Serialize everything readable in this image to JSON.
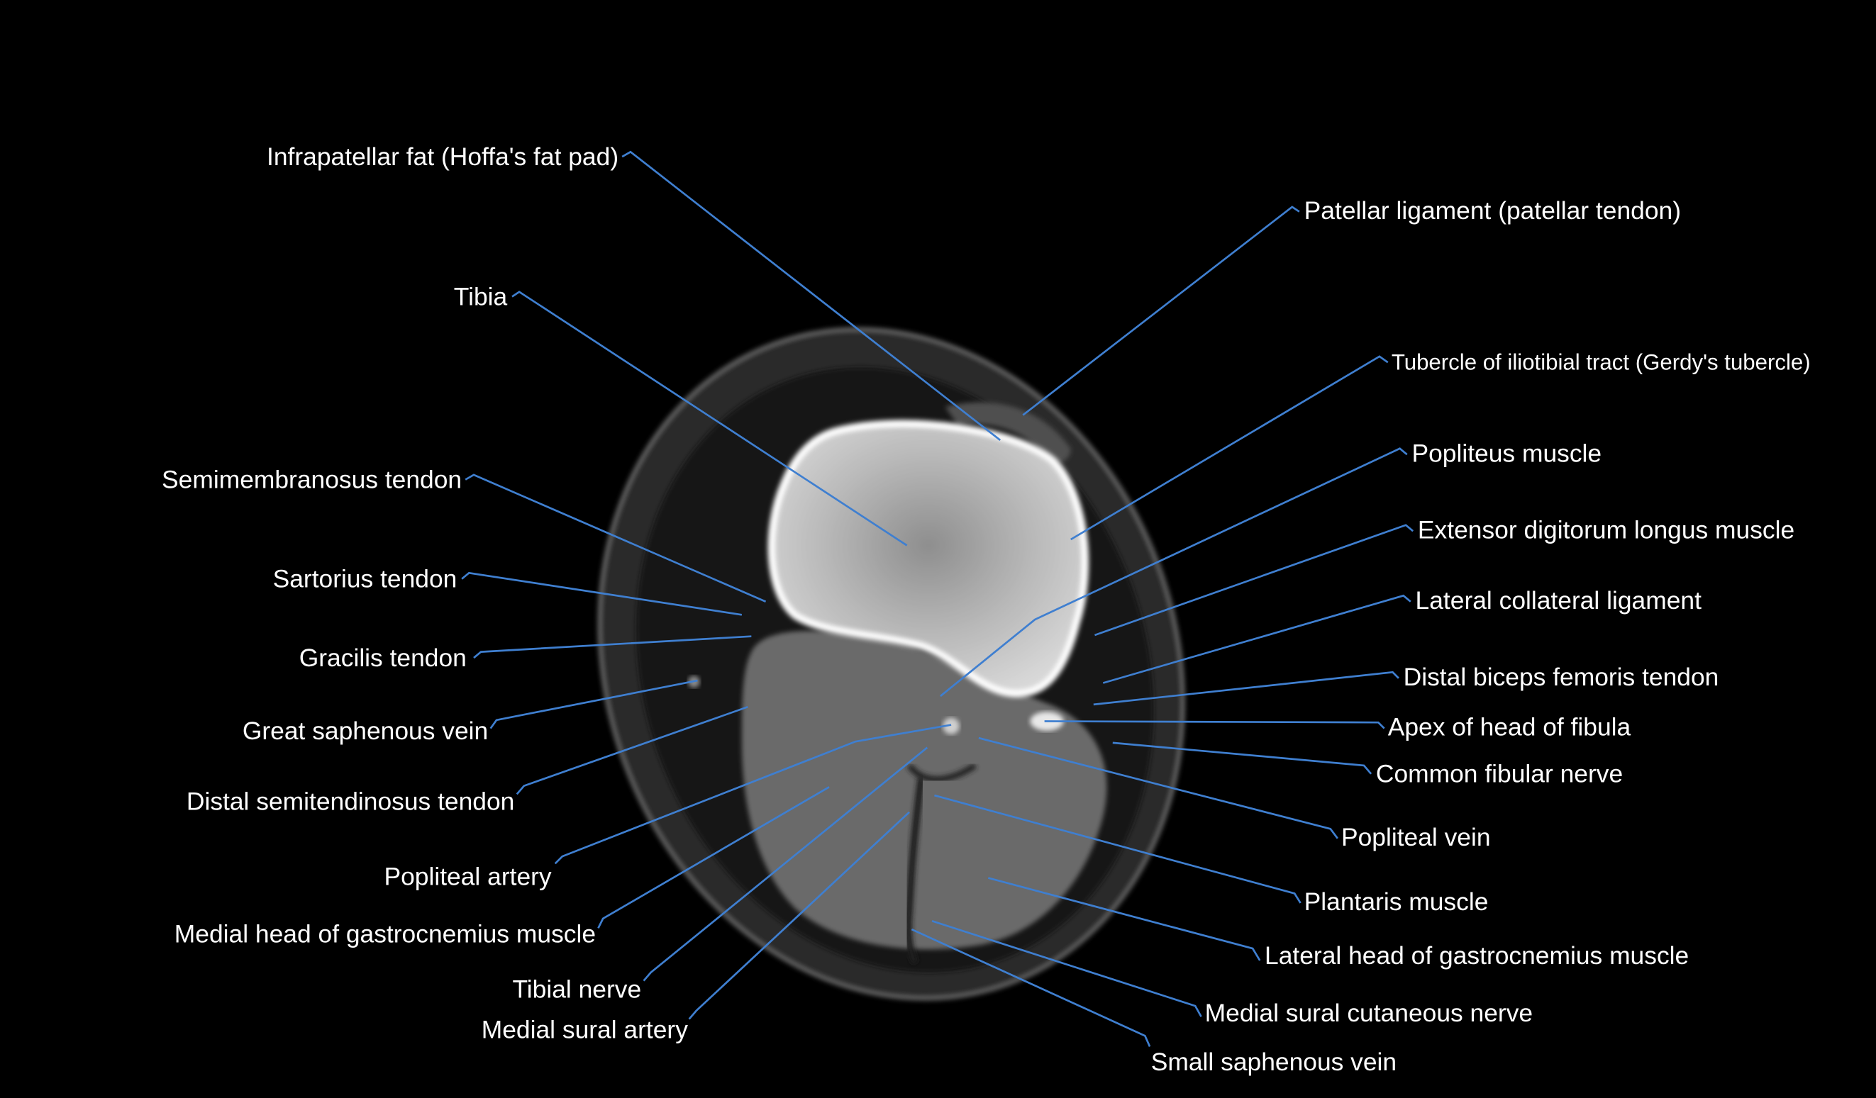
{
  "figure": {
    "type": "axial CT image of the knee with anatomical labels",
    "background_color": "#000000",
    "label_color": "#ffffff",
    "leader_color": "#3f7fd0"
  },
  "labels": {
    "infrapatellar_fat": "Infrapatellar fat (Hoffa's fat pad)",
    "tibia": "Tibia",
    "semimembranosus_tendon": "Semimembranosus tendon",
    "sartorius_tendon": "Sartorius tendon",
    "gracilis_tendon": "Gracilis tendon",
    "great_saphenous_vein": "Great saphenous vein",
    "distal_semitendinosus_tendon": "Distal semitendinosus tendon",
    "popliteal_artery": "Popliteal artery",
    "medial_head_gastrocnemius": "Medial head of gastrocnemius muscle",
    "tibial_nerve": "Tibial nerve",
    "medial_sural_artery": "Medial sural artery",
    "patellar_ligament": "Patellar ligament (patellar tendon)",
    "gerdys_tubercle": "Tubercle of iliotibial tract (Gerdy's tubercle)",
    "popliteus_muscle": "Popliteus muscle",
    "extensor_digitorum_longus": "Extensor digitorum longus muscle",
    "lateral_collateral_ligament": "Lateral collateral ligament",
    "distal_biceps_femoris_tendon": "Distal biceps femoris tendon",
    "apex_head_fibula": "Apex of head of fibula",
    "common_fibular_nerve": "Common fibular nerve",
    "popliteal_vein": "Popliteal vein",
    "plantaris_muscle": "Plantaris muscle",
    "lateral_head_gastrocnemius": "Lateral head of gastrocnemius muscle",
    "medial_sural_cutaneous_nerve": "Medial sural cutaneous nerve",
    "small_saphenous_vein": "Small saphenous vein"
  }
}
